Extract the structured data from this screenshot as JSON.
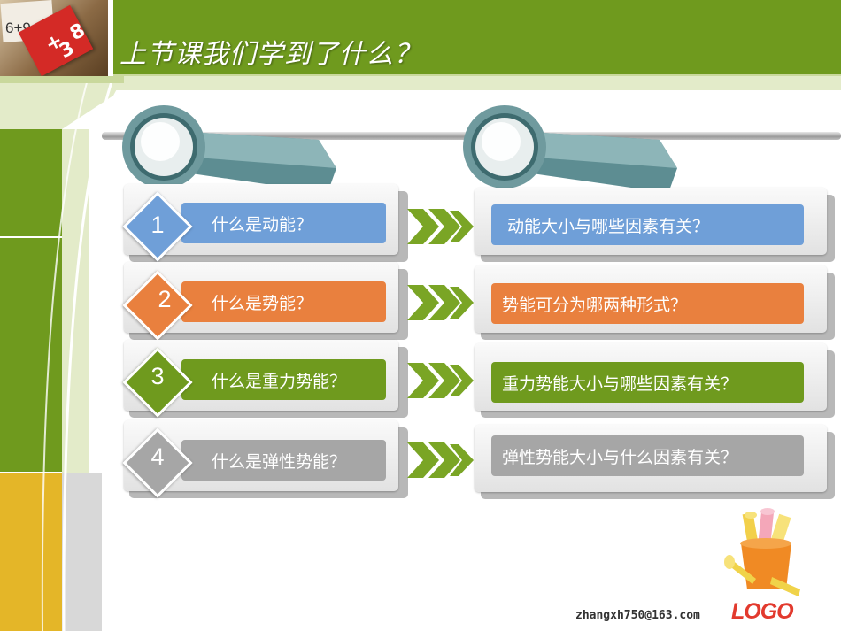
{
  "title": "上节课我们学到了什么？",
  "corner_text": {
    "top": "6+9",
    "card_a": "+",
    "card_b": "8",
    "card_c": "3"
  },
  "rows": [
    {
      "num": "1",
      "question": "什么是动能？",
      "followup": "动能大小与哪些因素有关？",
      "color": "#6f9fd8"
    },
    {
      "num": "2",
      "question": "什么是势能？",
      "followup": "势能可分为哪两种形式？",
      "color": "#e9803e"
    },
    {
      "num": "3",
      "question": "什么是重力势能？",
      "followup": "重力势能大小与哪些因素有关？",
      "color": "#6f9a1e"
    },
    {
      "num": "4",
      "question": "什么是弹性势能？",
      "followup": "弹性势能大小与什么因素有关？",
      "color": "#a6a6a6"
    }
  ],
  "footer": {
    "email": "zhangxh750@163.com",
    "logo": "LOGO"
  },
  "colors": {
    "green": "#6f9a1e",
    "light_green": "#e3ebc9",
    "yellow": "#e4b628",
    "arrow": "#7aa525"
  }
}
